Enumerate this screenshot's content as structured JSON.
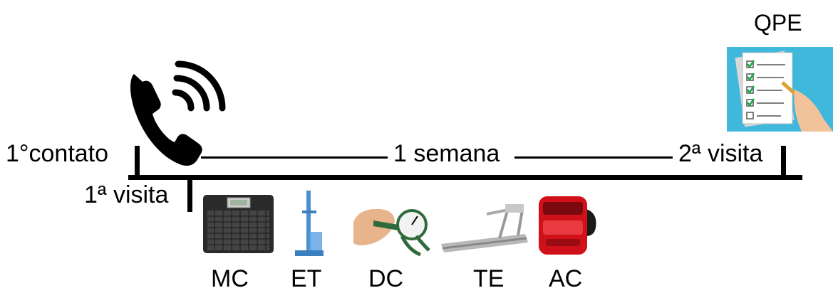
{
  "timeline": {
    "first_contact_label": "1°contato",
    "first_visit_label": "1ª visita",
    "interval_label": "1 semana",
    "second_visit_label": "2ª visita"
  },
  "questionnaire": {
    "label": "QPE",
    "icon": "questionnaire-checklist-icon",
    "bg_color": "#3fb8dc"
  },
  "contact_icon": "phone-ringing-icon",
  "measurements": [
    {
      "label": "MC",
      "icon": "scale-icon"
    },
    {
      "label": "ET",
      "icon": "stadiometer-icon"
    },
    {
      "label": "DC",
      "icon": "skinfold-caliper-icon"
    },
    {
      "label": "TE",
      "icon": "treadmill-icon"
    },
    {
      "label": "AC",
      "icon": "accelerometer-icon"
    }
  ]
}
